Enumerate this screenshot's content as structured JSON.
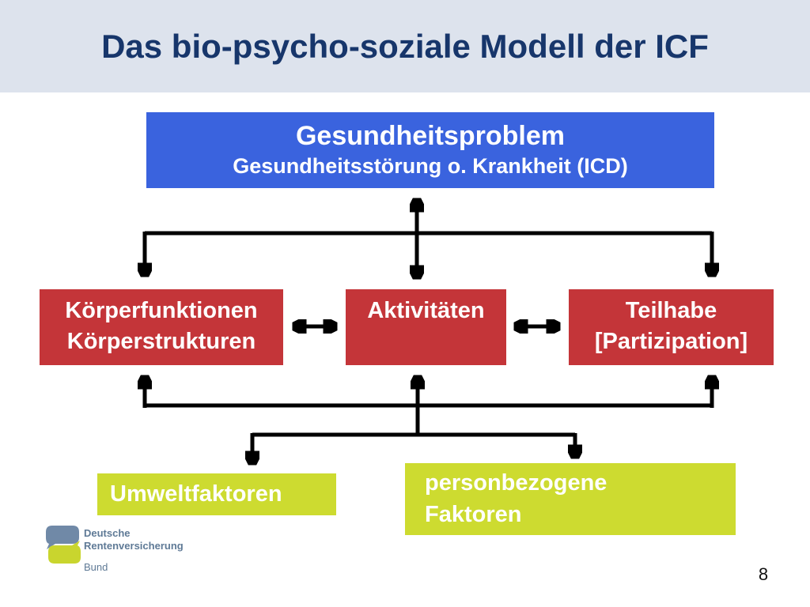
{
  "slide": {
    "title": "Das bio-psycho-soziale Modell der ICF",
    "page_number": "8"
  },
  "diagram": {
    "health_problem": {
      "line1": "Gesundheitsproblem",
      "line2": "Gesundheitsstörung o. Krankheit (ICD)"
    },
    "body_functions": {
      "line1": "Körperfunktionen",
      "line2": "Körperstrukturen"
    },
    "activities": {
      "label": "Aktivitäten"
    },
    "participation": {
      "line1": "Teilhabe",
      "line2": "[Partizipation]"
    },
    "environment": {
      "label": "Umweltfaktoren"
    },
    "personal": {
      "line1": "personbezogene",
      "line2": "Faktoren"
    }
  },
  "footer": {
    "logo_line1": "Deutsche",
    "logo_line2": "Rentenversicherung",
    "logo_line3": "Bund"
  },
  "colors": {
    "header_bg": "#dde3ed",
    "title_text": "#17366b",
    "health_problem_box": "#3a63de",
    "icf_component_box": "#c43539",
    "context_factor_box": "#cddb30",
    "arrow": "#000000",
    "logo_blue": "#7089a7",
    "logo_green": "#c9d52e",
    "logo_text": "#5f7a96"
  }
}
